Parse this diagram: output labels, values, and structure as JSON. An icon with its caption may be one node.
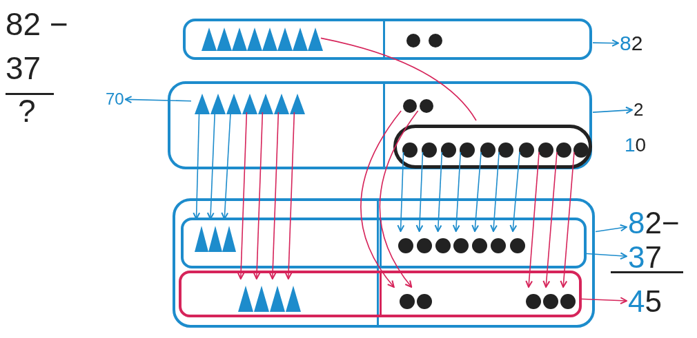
{
  "diagram": {
    "nodes": [
      {
        "text": [],
        "shape": "box"
      },
      {
        "text": [],
        "shape": "triangle",
        "in": 0
      },
      {
        "text": [],
        "shape": "triangle",
        "in": 0
      },
      {
        "text": [],
        "shape": "triangle",
        "in": 0
      },
      {
        "text": [],
        "shape": "triangle",
        "in": 0
      },
      {
        "text": [],
        "shape": "triangle",
        "in": 0
      },
      {
        "text": [],
        "shape": "triangle",
        "in": 0
      },
      {
        "text": [],
        "shape": "triangle",
        "in": 0
      },
      {
        "text": [],
        "shape": "triangle",
        "in": 0
      },
      {
        "text": [],
        "shape": "circle",
        "in": 0
      },
      {
        "text": [],
        "shape": "circle",
        "in": 0
      },
      {
        "text": [
          "82"
        ]
      },
      {
        "text": [],
        "shape": "box"
      },
      {
        "text": [],
        "shape": "triangle",
        "in": 12
      },
      {
        "text": [],
        "shape": "triangle",
        "in": 12
      },
      {
        "text": [],
        "shape": "triangle",
        "in": 12
      },
      {
        "text": [],
        "shape": "triangle",
        "in": 12
      },
      {
        "text": [],
        "shape": "triangle",
        "in": 12
      },
      {
        "text": [],
        "shape": "triangle",
        "in": 12
      },
      {
        "text": [],
        "shape": "triangle",
        "in": 12
      },
      {
        "text": [],
        "shape": "circle",
        "in": 12
      },
      {
        "text": [],
        "shape": "circle",
        "in": 12
      },
      {
        "text": [],
        "shape": "oval",
        "in": 12
      },
      {
        "text": [],
        "shape": "circle",
        "in": 22
      },
      {
        "text": [],
        "shape": "circle",
        "in": 22
      },
      {
        "text": [],
        "shape": "circle",
        "in": 22
      },
      {
        "text": [],
        "shape": "circle",
        "in": 22
      },
      {
        "text": [],
        "shape": "circle",
        "in": 22
      },
      {
        "text": [],
        "shape": "circle",
        "in": 22
      },
      {
        "text": [],
        "shape": "circle",
        "in": 22
      },
      {
        "text": [],
        "shape": "circle",
        "in": 22
      },
      {
        "text": [],
        "shape": "circle",
        "in": 22
      },
      {
        "text": [],
        "shape": "circle",
        "in": 22
      },
      {
        "text": [
          "70"
        ]
      },
      {
        "text": [
          "2"
        ]
      },
      {
        "text": [],
        "shape": "box"
      },
      {
        "text": [],
        "shape": "box",
        "in": 35
      },
      {
        "text": [],
        "shape": "triangle",
        "in": 36
      },
      {
        "text": [],
        "shape": "triangle",
        "in": 36
      },
      {
        "text": [],
        "shape": "triangle",
        "in": 36
      },
      {
        "text": [],
        "shape": "circle",
        "in": 36
      },
      {
        "text": [],
        "shape": "circle",
        "in": 36
      },
      {
        "text": [],
        "shape": "circle",
        "in": 36
      },
      {
        "text": [],
        "shape": "circle",
        "in": 36
      },
      {
        "text": [],
        "shape": "circle",
        "in": 36
      },
      {
        "text": [],
        "shape": "circle",
        "in": 36
      },
      {
        "text": [],
        "shape": "circle",
        "in": 36
      },
      {
        "text": [],
        "shape": "box",
        "in": 35
      },
      {
        "text": [],
        "shape": "triangle",
        "in": 47
      },
      {
        "text": [],
        "shape": "triangle",
        "in": 47
      },
      {
        "text": [],
        "shape": "triangle",
        "in": 47
      },
      {
        "text": [],
        "shape": "triangle",
        "in": 47
      },
      {
        "text": [],
        "shape": "circle",
        "in": 47
      },
      {
        "text": [],
        "shape": "circle",
        "in": 47
      },
      {
        "text": [],
        "shape": "circle",
        "in": 47
      },
      {
        "text": [],
        "shape": "circle",
        "in": 47
      },
      {
        "text": [],
        "shape": "circle",
        "in": 47
      },
      {
        "text": [
          "82−"
        ]
      },
      {
        "text": [
          "37"
        ]
      },
      {
        "text": [
          "45"
        ]
      }
    ],
    "edges": [
      {
        "from": 8,
        "to": 22,
        "arrow": "none",
        "color": "#d6245a"
      },
      {
        "from": 0,
        "to": 11,
        "arrow": "to"
      },
      {
        "from": 13,
        "to": 33,
        "arrow": "to"
      },
      {
        "from": 12,
        "to": 34,
        "arrow": "to"
      },
      {
        "from": 13,
        "to": 37,
        "arrow": "to"
      },
      {
        "from": 14,
        "to": 38,
        "arrow": "to"
      },
      {
        "from": 15,
        "to": 39,
        "arrow": "to"
      },
      {
        "from": 16,
        "to": 48,
        "arrow": "to",
        "color": "#d6245a"
      },
      {
        "from": 17,
        "to": 49,
        "arrow": "to",
        "color": "#d6245a"
      },
      {
        "from": 18,
        "to": 50,
        "arrow": "to",
        "color": "#d6245a"
      },
      {
        "from": 19,
        "to": 51,
        "arrow": "to",
        "color": "#d6245a"
      },
      {
        "from": 23,
        "to": 40,
        "arrow": "to"
      },
      {
        "from": 24,
        "to": 41,
        "arrow": "to"
      },
      {
        "from": 25,
        "to": 42,
        "arrow": "to"
      },
      {
        "from": 26,
        "to": 43,
        "arrow": "to"
      },
      {
        "from": 27,
        "to": 44,
        "arrow": "to"
      },
      {
        "from": 28,
        "to": 45,
        "arrow": "to"
      },
      {
        "from": 29,
        "to": 46,
        "arrow": "to"
      },
      {
        "from": 30,
        "to": 54,
        "arrow": "to",
        "color": "#d6245a"
      },
      {
        "from": 31,
        "to": 55,
        "arrow": "to",
        "color": "#d6245a"
      },
      {
        "from": 32,
        "to": 56,
        "arrow": "to",
        "color": "#d6245a"
      },
      {
        "from": 20,
        "to": 52,
        "arrow": "to",
        "color": "#d6245a"
      },
      {
        "from": 21,
        "to": 53,
        "arrow": "to",
        "color": "#d6245a"
      },
      {
        "from": 35,
        "to": 57,
        "arrow": "to"
      },
      {
        "from": 36,
        "to": 58,
        "arrow": "to"
      },
      {
        "from": 47,
        "to": 59,
        "arrow": "to",
        "color": "#d6245a"
      }
    ],
    "labels": [
      "82 −",
      "37",
      "?",
      "10"
    ]
  }
}
